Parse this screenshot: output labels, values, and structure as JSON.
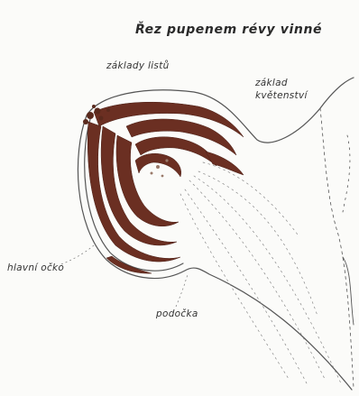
{
  "title": "Řez pupenem révy vinné",
  "labels": {
    "leaf_bases": "základy listů",
    "inflorescence_base_line1": "základ",
    "inflorescence_base_line2": "květenství",
    "main_bud": "hlavní očko",
    "secondary_bud": "podočka"
  },
  "colors": {
    "tissue": "#6b2f22",
    "ink": "#333333",
    "background": "#fbfbf9"
  }
}
